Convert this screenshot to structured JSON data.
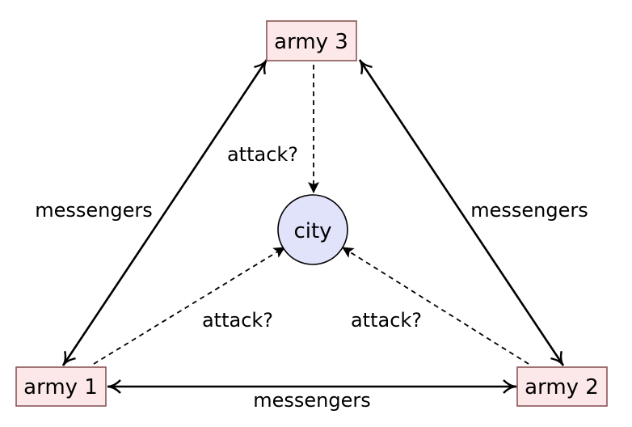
{
  "nodes": {
    "army1": {
      "label": "army 1"
    },
    "army2": {
      "label": "army 2"
    },
    "army3": {
      "label": "army 3"
    },
    "city": {
      "label": "city"
    }
  },
  "edge_labels": {
    "messengers_left": "messengers",
    "messengers_right": "messengers",
    "messengers_bottom": "messengers",
    "attack_army3": "attack?",
    "attack_army1": "attack?",
    "attack_army2": "attack?"
  },
  "colors": {
    "army_fill": "#fce8e8",
    "army_stroke": "#8a5555",
    "city_fill": "#e1e3fb",
    "city_stroke": "#000000"
  }
}
